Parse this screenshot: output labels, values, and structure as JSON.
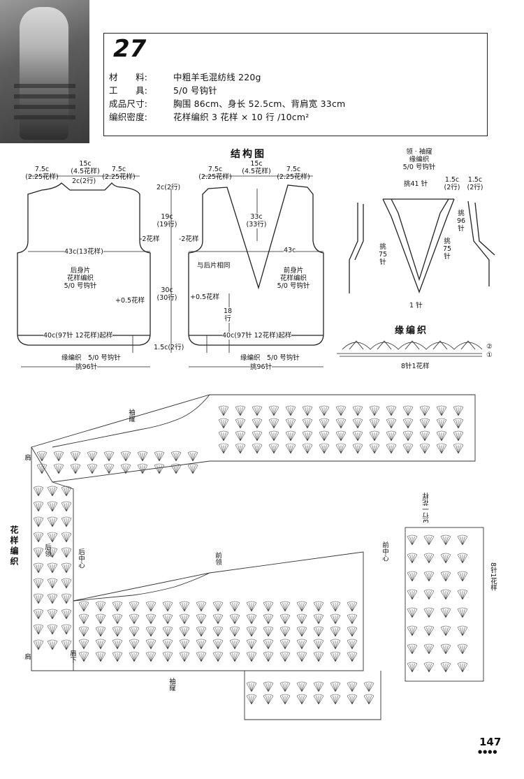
{
  "header": {
    "model_no": "27",
    "specs": [
      {
        "key": "材　　料:",
        "value": "中粗羊毛混纺线 220g"
      },
      {
        "key": "工　　具:",
        "value": "5/0 号钩针"
      },
      {
        "key": "成品尺寸:",
        "value": "胸围 86cm、身长 52.5cm、背肩宽 33cm"
      },
      {
        "key": "编织密度:",
        "value": "花样编织 3 花样 × 10 行 /10cm²"
      }
    ]
  },
  "structure": {
    "title": "结构图",
    "back": {
      "top_left": "7.5c",
      "top_left_sub": "(2.25花样)",
      "top_mid": "15c",
      "top_mid_sub": "(4.5花样)",
      "top_right": "7.5c",
      "top_right_sub": "(2.25花样)",
      "neck": "2c(2行)",
      "width": "43c(13花样)",
      "name": "后身片",
      "pattern": "花样编织",
      "hook": "5/0 号钩针",
      "plus": "+0.5花样",
      "cast": "40c(97针 12花样)起样",
      "edge": "缘编织　5/0 号钩针",
      "pick": "挑96针"
    },
    "middle": {
      "v1": "2c",
      "v1_sub": "(2行)",
      "v2": "19c",
      "v2_sub": "(19行)",
      "minus_l": "-2花样",
      "minus_r": "-2花样",
      "v3": "30c",
      "v3_sub": "(30行)",
      "v4": "1.5c",
      "v4_sub": "(2行)"
    },
    "front": {
      "top_left": "7.5c",
      "top_left_sub": "(2.25花样)",
      "top_mid": "15c",
      "top_mid_sub": "(4.5花样)",
      "top_right": "7.5c",
      "top_right_sub": "(2.25花样)",
      "depth": "33c",
      "depth_sub": "(33行)",
      "width": "43c",
      "same": "与后片相同",
      "name": "前身片",
      "pattern": "花样编织",
      "hook": "5/0 号钩针",
      "plus": "+0.5花样",
      "v18": "18",
      "v18_sub": "行",
      "cast": "40c(97针 12花样)起样",
      "edge": "缘编织　5/0 号钩针",
      "pick": "挑96针"
    },
    "collar": {
      "title1": "领 · 袖窿",
      "title2": "缘编织",
      "title3": "5/0 号钩针",
      "pick41": "挑41 针",
      "w1": "1.5c",
      "w1_sub": "(2行)",
      "w2": "1.5c",
      "w2_sub": "(2行)",
      "pick96": "挑\n96\n针",
      "pick75a": "挑\n75\n针",
      "pick75b": "挑\n75\n针",
      "one": "1 针"
    },
    "edging": {
      "title": "缘编织",
      "repeat": "8针1花样",
      "row2": "②",
      "row1": "①"
    }
  },
  "chart": {
    "title": "花样编织",
    "labels": {
      "shoulder_top": "肩",
      "back_neck": "后领",
      "back_center": "后中心",
      "shoulder_bottom": "肩",
      "underarm": "肩下",
      "front_neck": "前领",
      "front_center": "前中心",
      "armhole_top": "袖窿",
      "armhole_bottom": "袖窿"
    },
    "repeat_title": "3行一花样",
    "repeat_side": "8针1花样"
  },
  "footer": {
    "page": "147",
    "dots": "●●●●"
  },
  "colors": {
    "ink": "#111111",
    "line": "#222222"
  }
}
